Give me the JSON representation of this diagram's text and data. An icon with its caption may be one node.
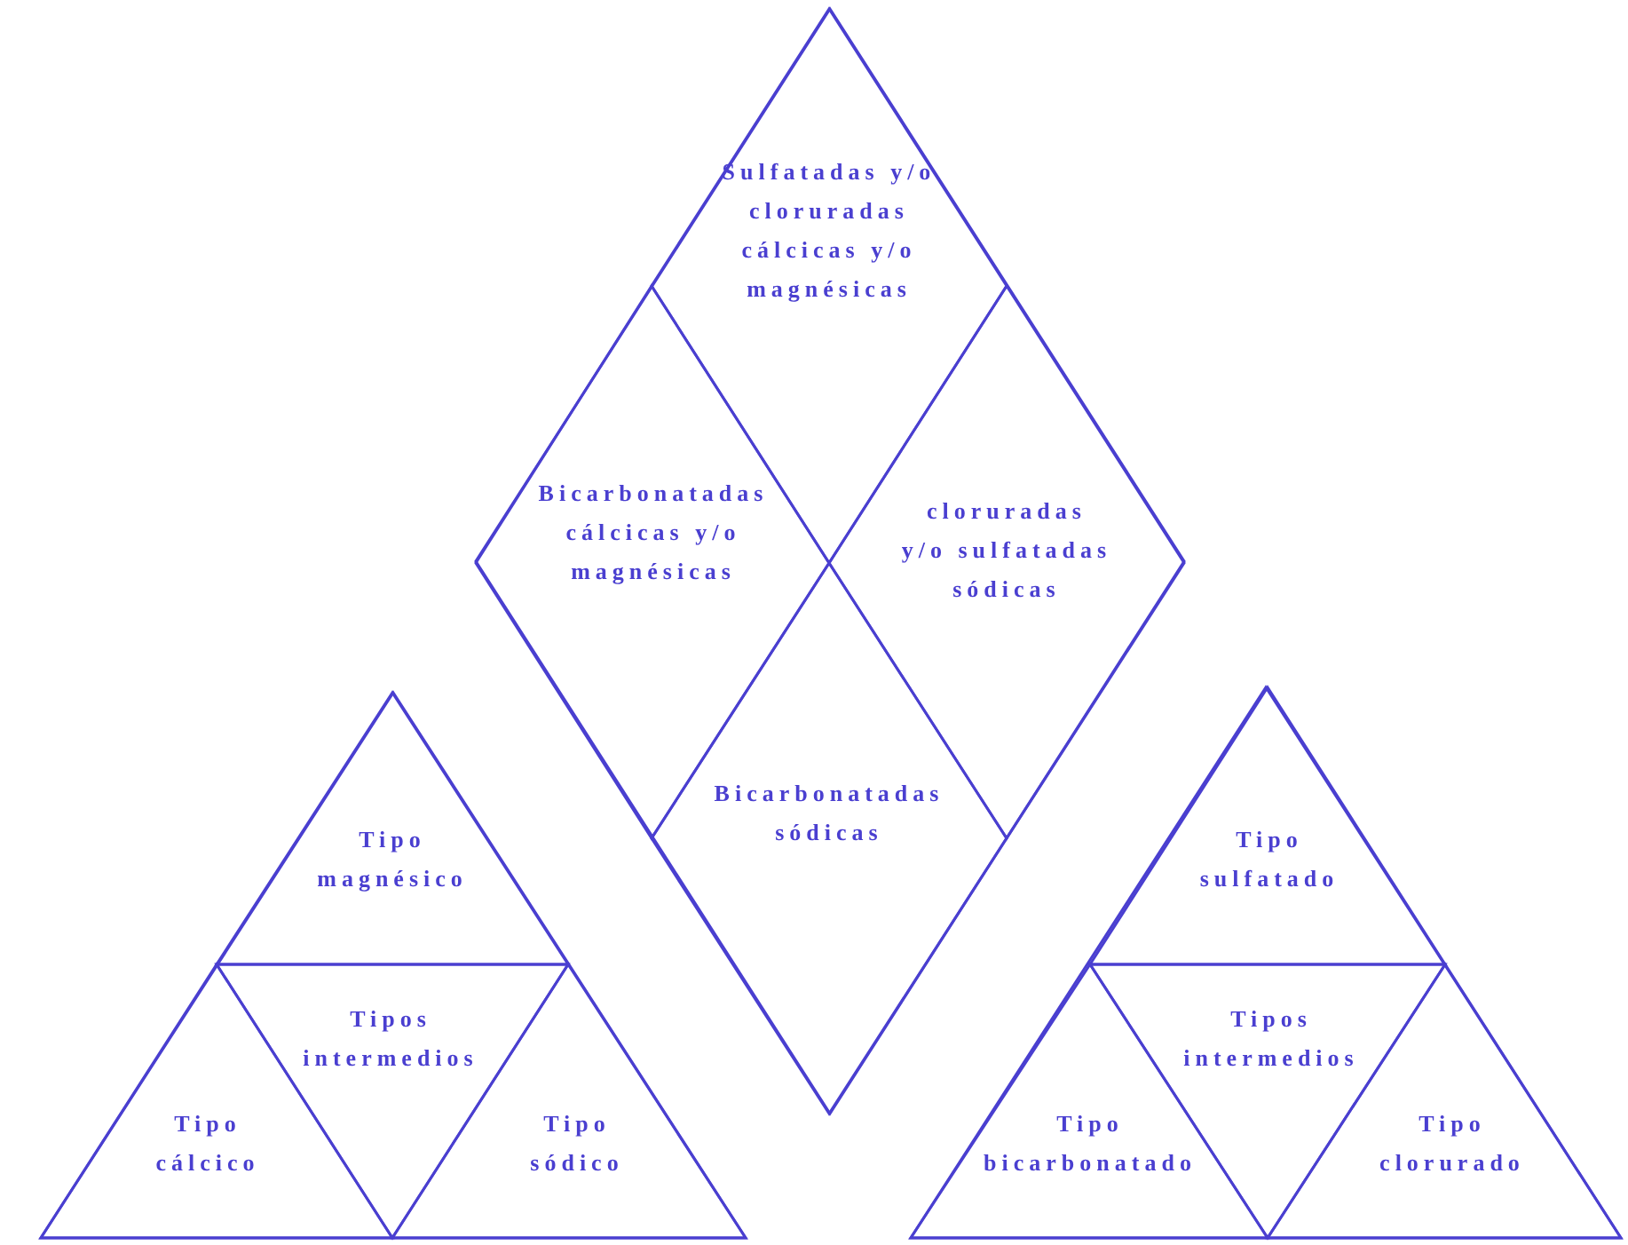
{
  "diagram": {
    "nodes": [
      {
        "text": [],
        "shape": "diamond"
      },
      {
        "text": [
          "Sulfatadas y/o cloruradas cálcicas y/o magnésicas"
        ],
        "in": 0
      },
      {
        "text": [
          "Bicarbonatadas cálcicas y/o magnésicas"
        ],
        "in": 0
      },
      {
        "text": [
          "cloruradas y/o sulfatadas sódicas"
        ],
        "in": 0
      },
      {
        "text": [
          "Bicarbonatadas sódicas"
        ],
        "in": 0
      },
      {
        "text": [],
        "shape": "triangle"
      },
      {
        "text": [
          "Tipo magnésico"
        ],
        "in": 5
      },
      {
        "text": [
          "Tipos intermedios"
        ],
        "in": 5
      },
      {
        "text": [
          "Tipo cálcico"
        ],
        "in": 5
      },
      {
        "text": [
          "Tipo sódico"
        ],
        "in": 5
      },
      {
        "text": [],
        "shape": "triangle"
      },
      {
        "text": [
          "Tipo sulfatado"
        ],
        "in": 10
      },
      {
        "text": [
          "Tipos intermedios"
        ],
        "in": 10
      },
      {
        "text": [
          "Tipo bicarbonatado"
        ],
        "in": 10
      },
      {
        "text": [
          "Tipo clorurado"
        ],
        "in": 10
      }
    ],
    "edges": []
  }
}
